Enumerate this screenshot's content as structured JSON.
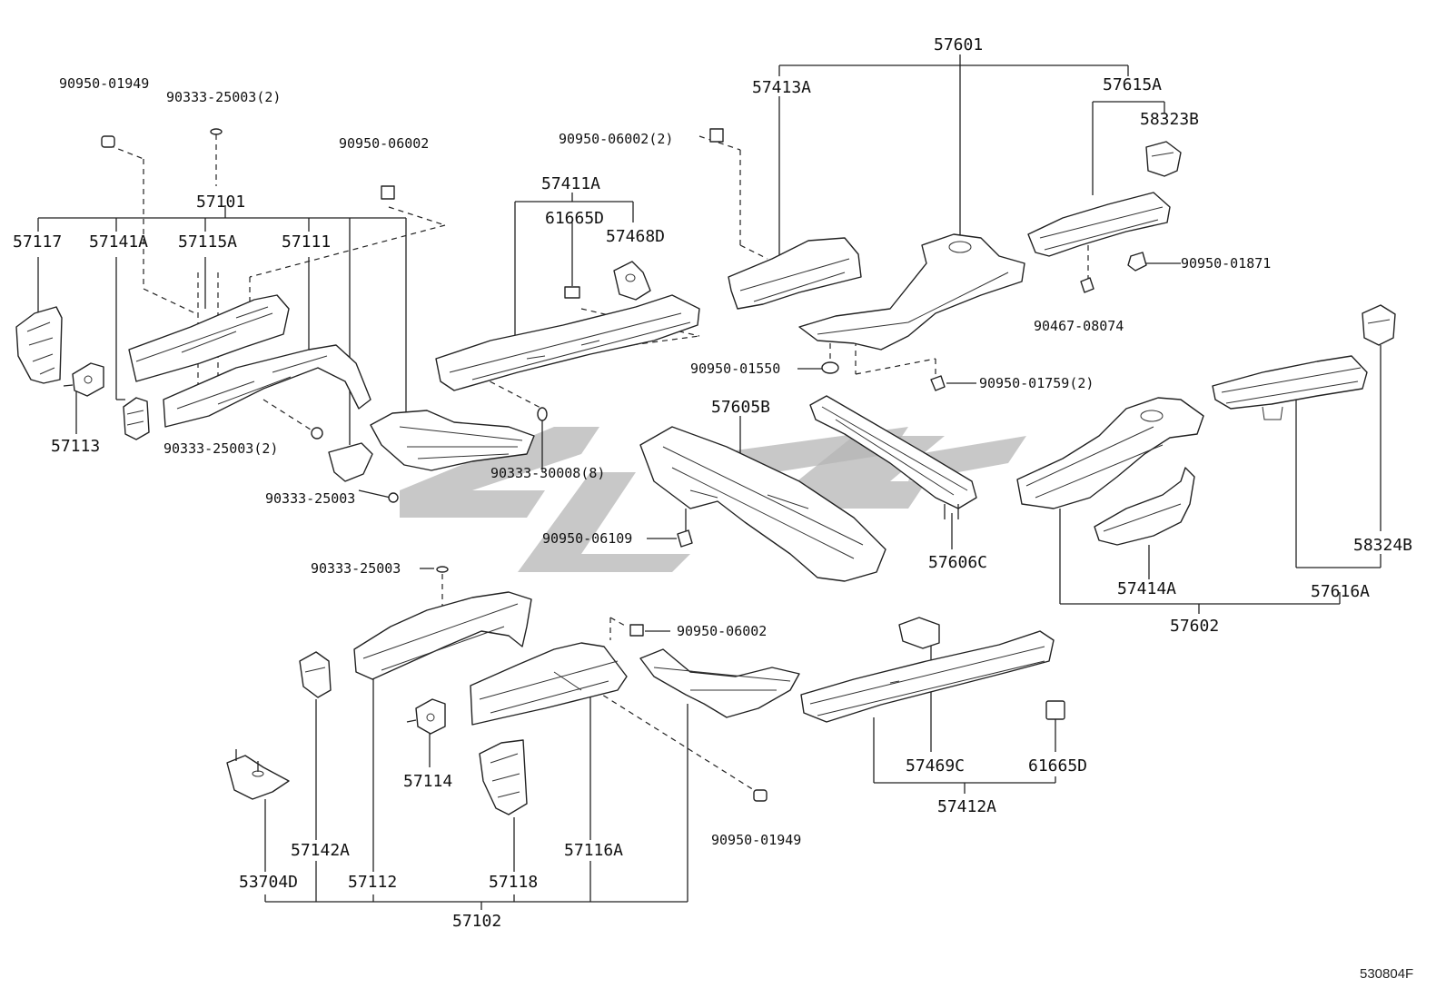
{
  "diagram": {
    "labels": {
      "p90950_01949_a": "90950-01949",
      "p90333_25003_2a": "90333-25003(2)",
      "p90950_06002_a": "90950-06002",
      "p57101": "57101",
      "p57117": "57117",
      "p57141A": "57141A",
      "p57115A": "57115A",
      "p57111": "57111",
      "p57113": "57113",
      "p90333_25003_2b": "90333-25003(2)",
      "p90333_25003_a": "90333-25003",
      "p90950_06002_2": "90950-06002(2)",
      "p57411A": "57411A",
      "p61665D_a": "61665D",
      "p57468D": "57468D",
      "p90333_30008_8": "90333-30008(8)",
      "p57601": "57601",
      "p57413A": "57413A",
      "p57615A": "57615A",
      "p58323B": "58323B",
      "p90950_01871": "90950-01871",
      "p90467_08074": "90467-08074",
      "p90950_01550": "90950-01550",
      "p90950_01759_2": "90950-01759(2)",
      "p57605B": "57605B",
      "p90950_06109": "90950-06109",
      "p57606C": "57606C",
      "p58324B": "58324B",
      "p57414A": "57414A",
      "p57616A": "57616A",
      "p57602": "57602",
      "p90333_25003_b": "90333-25003",
      "p90950_06002_b": "90950-06002",
      "p57114": "57114",
      "p90950_01949_b": "90950-01949",
      "p57142A": "57142A",
      "p53704D": "53704D",
      "p57112": "57112",
      "p57118": "57118",
      "p57116A": "57116A",
      "p57102": "57102",
      "p57469C": "57469C",
      "p61665D_b": "61665D",
      "p57412A": "57412A"
    },
    "diagram_id": "530804F"
  },
  "colors": {
    "line": "#222222",
    "watermark": "#b5b5b5",
    "background": "#ffffff"
  }
}
